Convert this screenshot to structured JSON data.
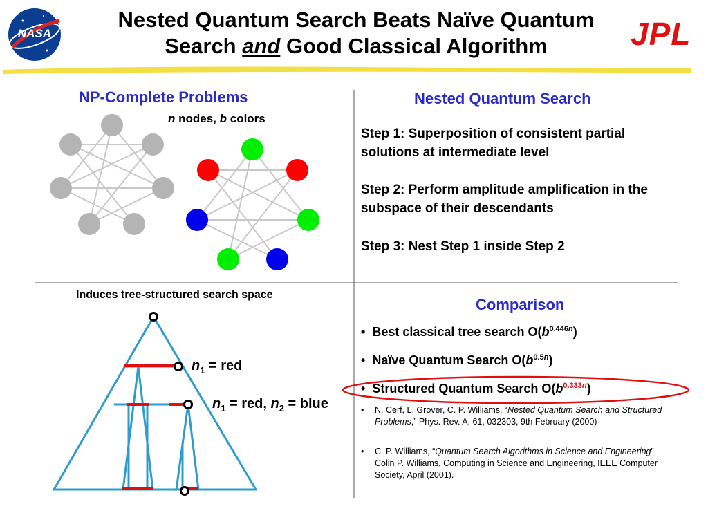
{
  "header": {
    "title_line1": "Nested Quantum Search Beats Naïve Quantum",
    "title_line2_pre": "Search ",
    "title_line2_em": "and",
    "title_line2_post": " Good Classical Algorithm",
    "nasa_logo_text": "NASA",
    "jpl_logo_text": "JPL"
  },
  "left_top": {
    "heading": "NP-Complete Problems",
    "graph_label_n": "n",
    "graph_label_mid": " nodes, ",
    "graph_label_b": "b",
    "graph_label_end": " colors"
  },
  "right_top": {
    "heading": "Nested Quantum Search",
    "steps": [
      "Step 1: Superposition of consistent partial solutions at intermediate level",
      "Step 2: Perform amplitude amplification in the subspace of their descendants",
      "Step 3: Nest Step 1 inside Step 2"
    ]
  },
  "left_bottom": {
    "caption": "Induces tree-structured search space",
    "label1_n": "n",
    "label1_sub": "1",
    "label1_rest": " = red",
    "label2_n1": "n",
    "label2_sub1": "1",
    "label2_mid": " = red, ",
    "label2_n2": "n",
    "label2_sub2": "2",
    "label2_rest": " = blue"
  },
  "right_bottom": {
    "heading": "Comparison",
    "bullet_marker": "•",
    "items": [
      {
        "pre": "Best classical tree search O(",
        "b": "b",
        "exp": "0.446",
        "n": "n",
        "post": ")"
      },
      {
        "pre": "Naïve Quantum Search O(",
        "b": "b",
        "exp": "0.5",
        "n": "n",
        "post": ")"
      },
      {
        "pre": "Structured Quantum Search O(",
        "b": "b",
        "exp": "0.333",
        "n": "n",
        "post": ")"
      }
    ],
    "refs": [
      {
        "pre": "N. Cerf, L. Grover, C. P. Williams, “",
        "em": "Nested Quantum Search and Structured Problems",
        "post": ",” Phys. Rev. A, 61, 032303, 9th February (2000)"
      },
      {
        "pre": "C. P. Williams, “",
        "em": "Quantum Search Algorithms in Science and Engineering",
        "post": "”, Colin P. Williams, Computing in Science and Engineering, IEEE Computer Society, April (2001)."
      }
    ]
  },
  "colors": {
    "heading_blue": "#2b2bc8",
    "tree_blue": "#2e9cce",
    "accent_red": "#e01010",
    "node_gray": "#b4b4b4",
    "node_red": "#ff0000",
    "node_green": "#00ee00",
    "node_blue": "#0000ee",
    "banner_yellow": "#f2dc3a"
  }
}
